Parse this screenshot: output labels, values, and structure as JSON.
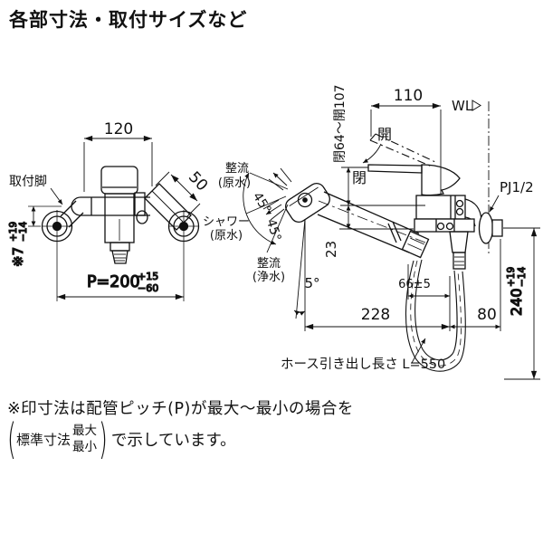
{
  "title": "各部寸法・取付サイズなど",
  "front_view": {
    "mounting_leg_label": "取付脚",
    "dim_width": "120",
    "dim_eccentric_length": "50",
    "dim_leg_offset": {
      "base": "※7",
      "plus": "+19",
      "minus": "−14"
    },
    "dim_pipe_pitch": {
      "base": "P=200",
      "plus": "+15",
      "minus": "−60"
    }
  },
  "side_view": {
    "dim_handle_reach": "110",
    "wall_line_label": "WL",
    "dim_handle_height": "閉64〜開107",
    "handle_open_label": "開",
    "handle_closed_label": "閉",
    "thread_size_label": "PJ1/2",
    "spray_mode_top": {
      "line1": "整流",
      "line2": "(原水)"
    },
    "angle_upper": "45°",
    "angle_lower": "45°",
    "spray_mode_middle": {
      "line1": "シャワー",
      "line2": "(原水)"
    },
    "spray_mode_bottom": {
      "line1": "整流",
      "line2": "(浄水)"
    },
    "dim_outlet_drop": "23",
    "angle_spout": "5°",
    "dim_hose_offset": "66±5",
    "dim_spout_reach": "228",
    "dim_wall_clearance": "80",
    "dim_hose_drop": {
      "base": "240",
      "plus": "+19",
      "minus": "−14"
    },
    "hose_label": "ホース引き出し長さ L=550"
  },
  "note": {
    "line1": "※印寸法は配管ピッチ(P)が最大〜最小の場合を",
    "paren_open": "(",
    "standard_label": "標準寸法",
    "max_label": "最大",
    "min_label": "最小",
    "paren_close": ")",
    "line2_suffix": "で示しています。"
  },
  "colors": {
    "ink": "#111111",
    "background": "#ffffff"
  }
}
